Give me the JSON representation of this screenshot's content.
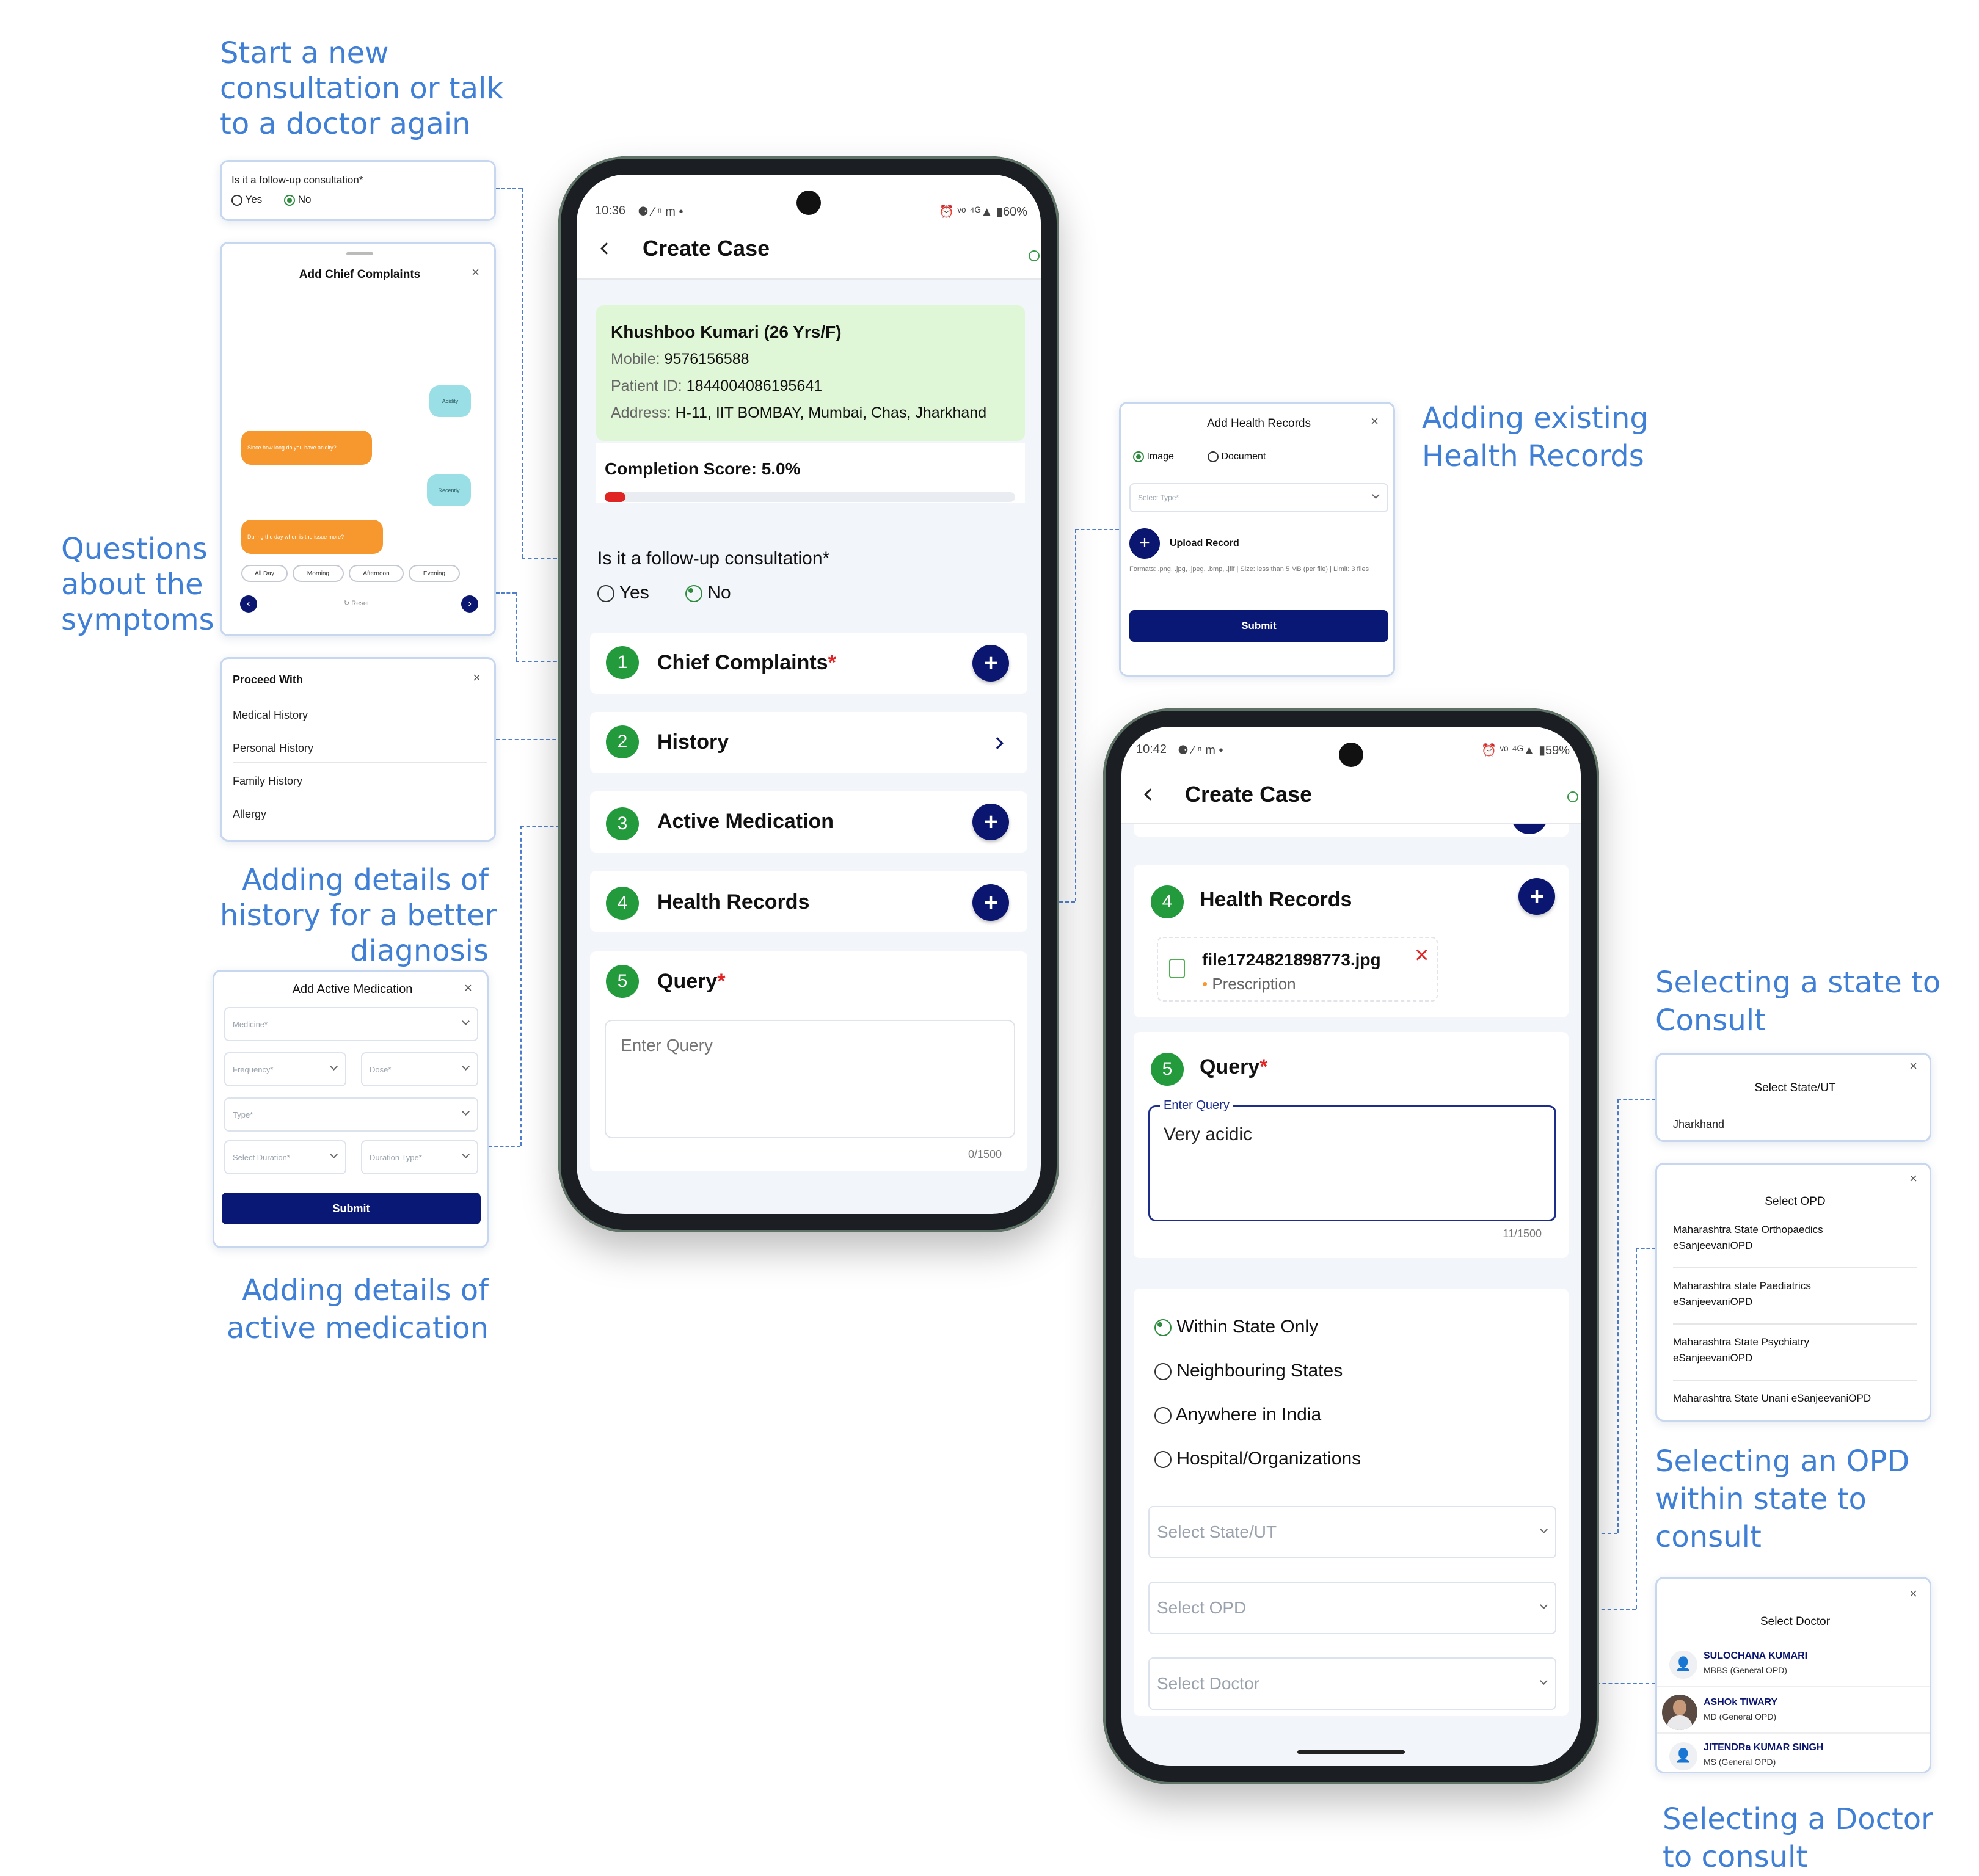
{
  "captions": {
    "followup": [
      "Start a new",
      "consultation or talk",
      "to a doctor again"
    ],
    "symptoms": [
      "Questions",
      "about the",
      "symptoms"
    ],
    "history": [
      "Adding details of",
      "history for a better",
      "diagnosis"
    ],
    "medication": [
      "Adding details of",
      "active medication"
    ],
    "records": [
      "Adding existing",
      "Health Records"
    ],
    "state": [
      "Selecting a state to",
      "Consult"
    ],
    "opd": [
      "Selecting an OPD",
      "within state to",
      "consult"
    ],
    "doctor": [
      "Selecting a Doctor",
      "to consult"
    ]
  },
  "followup_card": {
    "question": "Is it a follow-up consultation*",
    "yes": "Yes",
    "no": "No",
    "selected": "No"
  },
  "complaints_card": {
    "title": "Add Chief Complaints",
    "close": "×",
    "bubbles": [
      "Acidity",
      "Since how long do you have acidity?",
      "Recently",
      "During the day when is the issue more?"
    ],
    "chips": [
      "All Day",
      "Morning",
      "Afternoon",
      "Evening"
    ],
    "reset": "Reset"
  },
  "proceed_card": {
    "title": "Proceed With",
    "close": "×",
    "items": [
      "Medical History",
      "Personal History",
      "Family History",
      "Allergy"
    ]
  },
  "medication_card": {
    "title": "Add Active Medication",
    "close": "×",
    "fields": [
      "Medicine*",
      "Frequency*",
      "Dose*",
      "Type*",
      "Select Duration*",
      "Duration Type*"
    ],
    "submit": "Submit"
  },
  "phone1": {
    "status_time": "10:36",
    "status_left_icons": "⚈ ⁄ ⁿ m •",
    "status_right": "⏰ ᵛᵒ ⁴ᴳ▲ ▮60%",
    "header_title": "Create Case",
    "patient": {
      "name": "Khushboo Kumari (26 Yrs/F)",
      "mobile_label": "Mobile:",
      "mobile": "9576156588",
      "id_label": "Patient ID:",
      "id": "1844004086195641",
      "address_label": "Address:",
      "address": "H-11, IIT BOMBAY, Mumbai, Chas, Jharkhand"
    },
    "completion": {
      "label": "Completion Score: 5.0%",
      "fraction": 0.05
    },
    "followup_question": "Is it a follow-up consultation*",
    "followup_yes": "Yes",
    "followup_no": "No",
    "followup_selected": "No",
    "sections": [
      {
        "num": "1",
        "title": "Chief Complaints",
        "required": "*",
        "action": "plus"
      },
      {
        "num": "2",
        "title": "History",
        "required": "",
        "action": "chevron"
      },
      {
        "num": "3",
        "title": "Active Medication",
        "required": "",
        "action": "plus"
      },
      {
        "num": "4",
        "title": "Health Records",
        "required": "",
        "action": "plus"
      },
      {
        "num": "5",
        "title": "Query",
        "required": "*",
        "action": "none"
      }
    ],
    "query_placeholder": "Enter Query",
    "query_counter": "0/1500"
  },
  "records_card": {
    "title": "Add Health Records",
    "close": "×",
    "image": "Image",
    "document": "Document",
    "selected": "Image",
    "select_type": "Select Type*",
    "upload": "Upload Record",
    "formats": "Formats: .png, .jpg, .jpeg, .bmp, .jfif | Size: less than 5 MB (per file) | Limit: 3 files",
    "submit": "Submit"
  },
  "phone2": {
    "status_time": "10:42",
    "status_left_icons": "⚈ ⁄ ⁿ m •",
    "status_right": "⏰ ᵛᵒ ⁴ᴳ▲ ▮59%",
    "header_title": "Create Case",
    "records_num": "4",
    "records_title": "Health Records",
    "file_name": "file1724821898773.jpg",
    "file_type": "Prescription",
    "remove": "×",
    "query_num": "5",
    "query_title": "Query",
    "query_required": "*",
    "query_label": "Enter Query",
    "query_value": "Very acidic",
    "query_counter": "11/1500",
    "options": [
      "Within State Only",
      "Neighbouring States",
      "Anywhere in India",
      "Hospital/Organizations"
    ],
    "option_selected": "Within State Only",
    "select_state": "Select State/UT",
    "select_opd": "Select OPD",
    "select_doctor": "Select Doctor"
  },
  "state_card": {
    "title": "Select State/UT",
    "close": "×",
    "value": "Jharkhand"
  },
  "opd_card": {
    "title": "Select OPD",
    "close": "×",
    "items": [
      [
        "Maharashtra State Orthopaedics",
        "eSanjeevaniOPD"
      ],
      [
        "Maharashtra state Paediatrics",
        "eSanjeevaniOPD"
      ],
      [
        "Maharashtra State Psychiatry",
        "eSanjeevaniOPD"
      ],
      [
        "Maharashtra State Unani eSanjeevaniOPD",
        ""
      ]
    ]
  },
  "doctor_card": {
    "title": "Select Doctor",
    "close": "×",
    "doctors": [
      {
        "name": "SULOCHANA KUMARI",
        "degree": "MBBS (General OPD)"
      },
      {
        "name": "ASHOk TIWARY",
        "degree": "MD (General OPD)"
      },
      {
        "name": "JITENDRa KUMAR SINGH",
        "degree": "MS (General OPD)"
      }
    ]
  },
  "colors": {
    "accent_blue": "#3f7fd6",
    "navy": "#0b1670",
    "green": "#239b3d",
    "patient_bg": "#dff7d6",
    "orange": "#f7982e",
    "teal": "#9bdfe6",
    "red": "#e02424"
  }
}
